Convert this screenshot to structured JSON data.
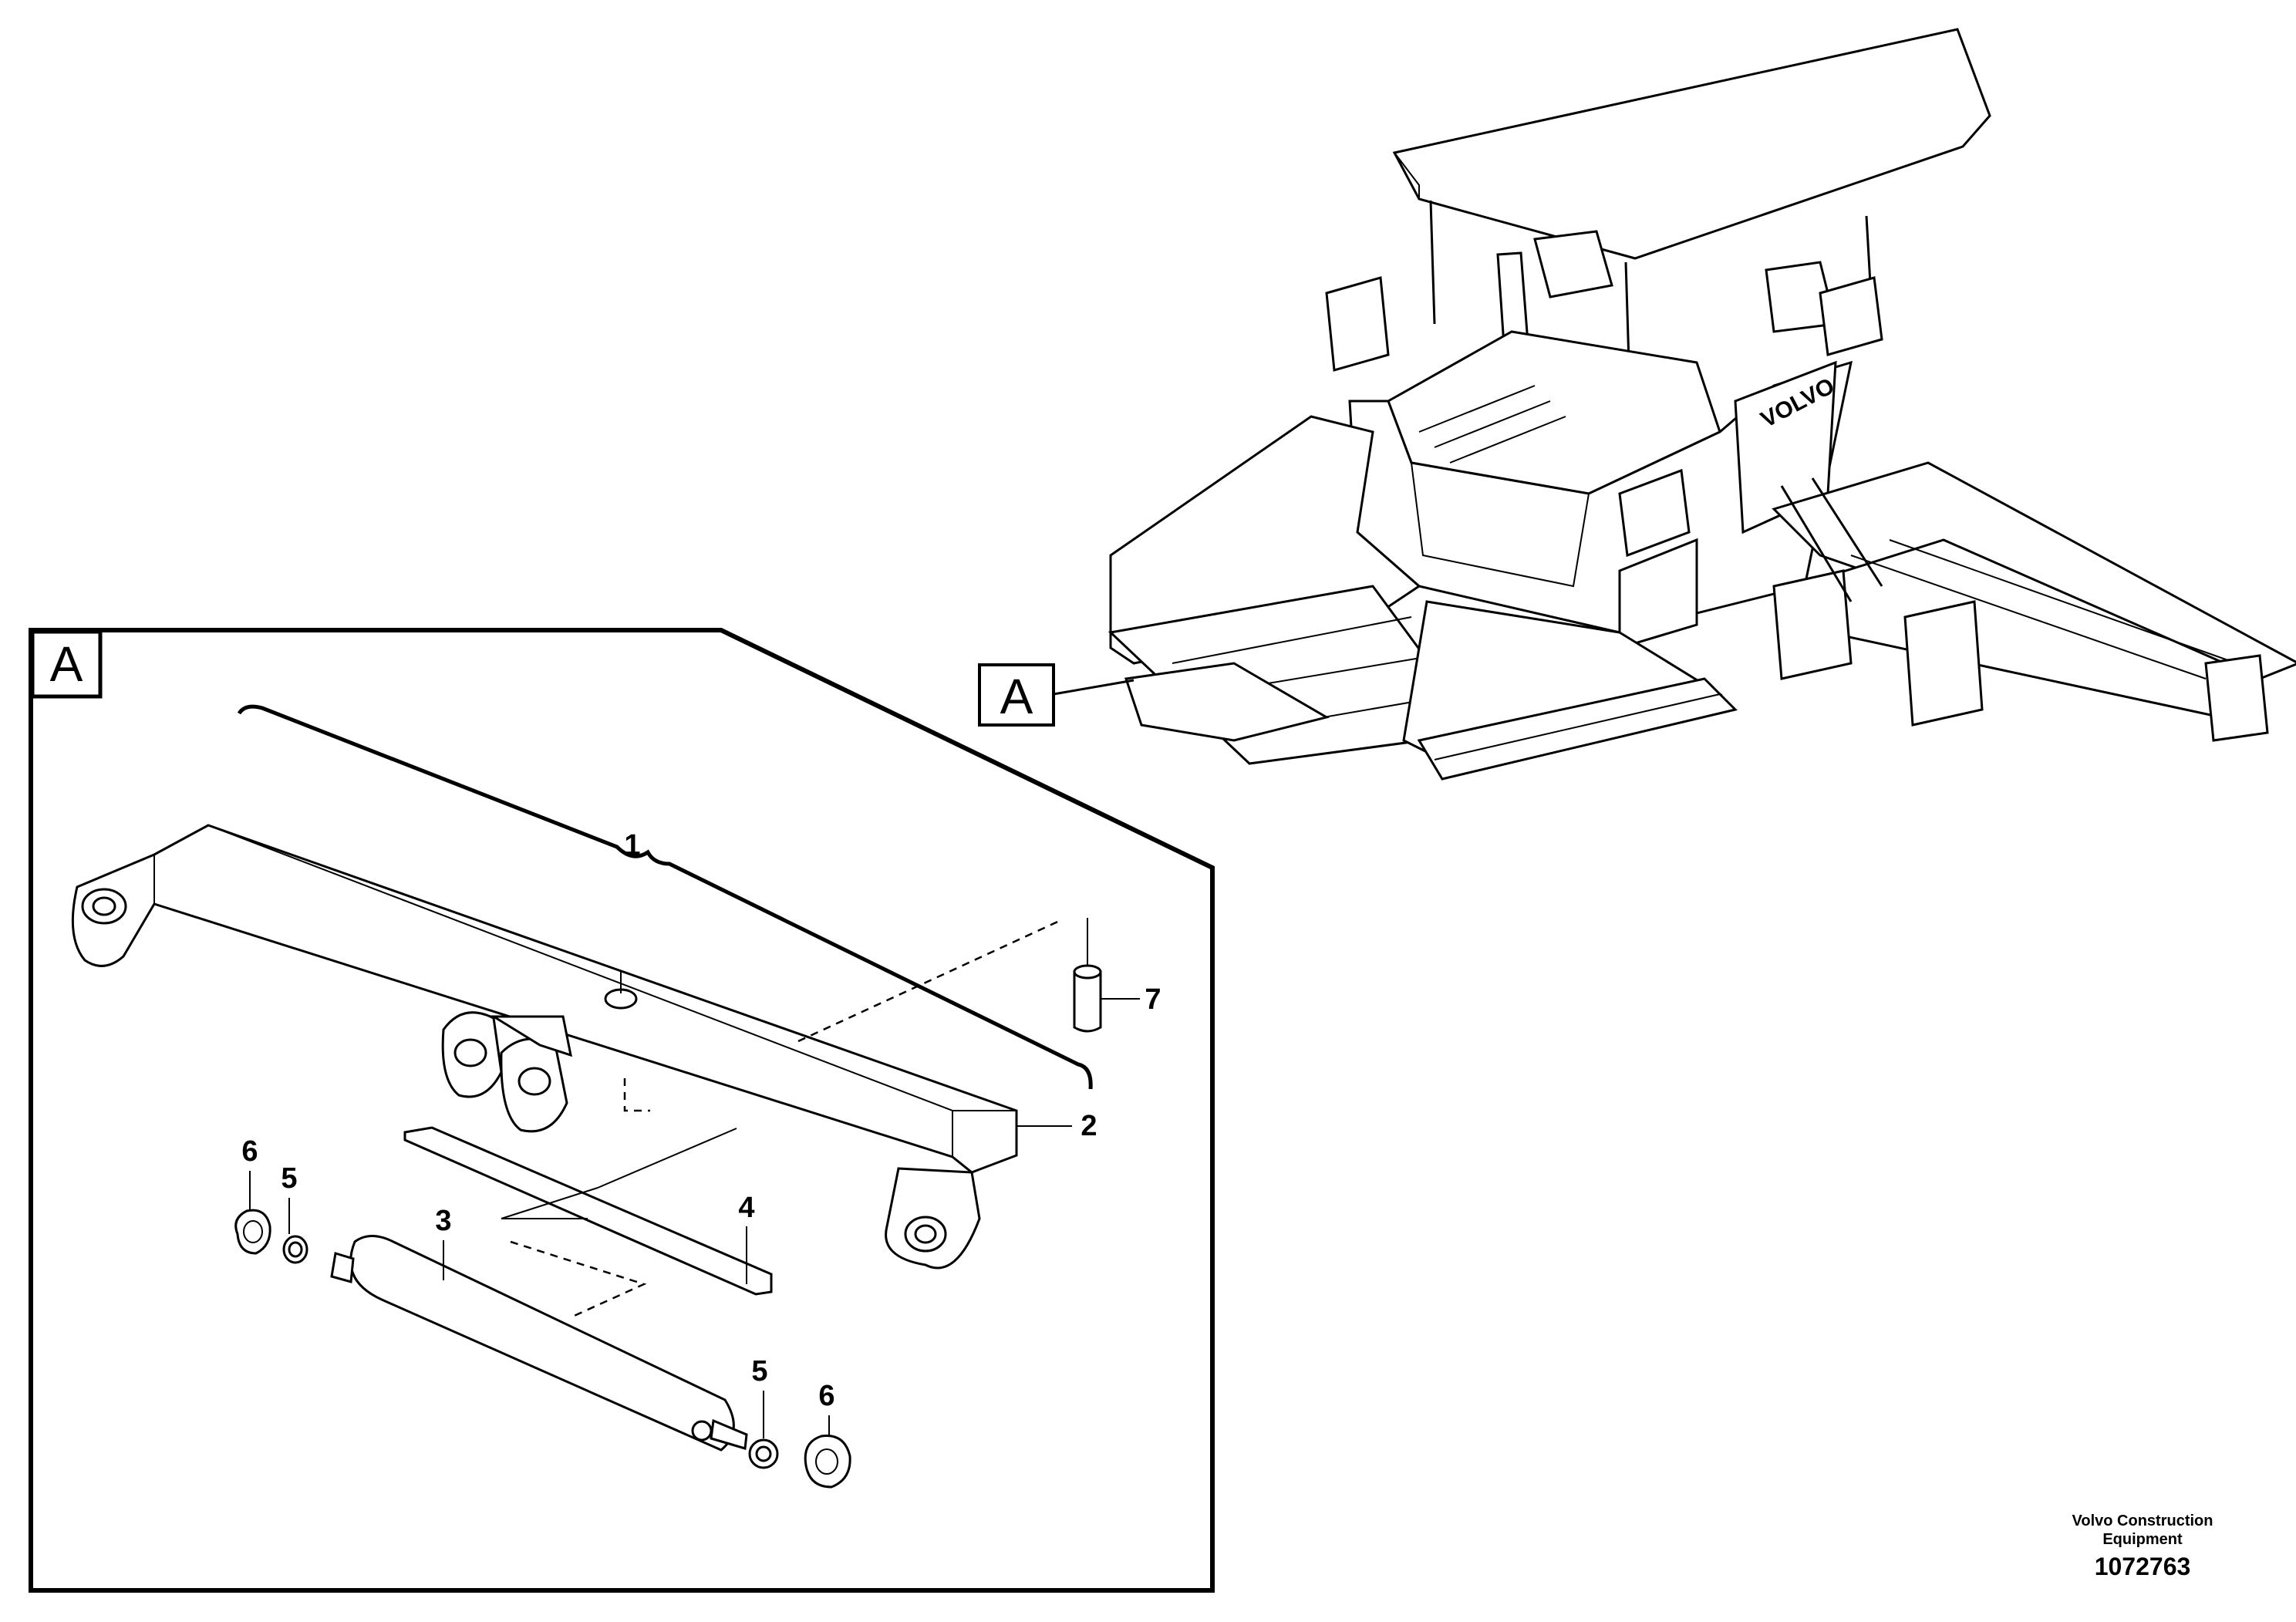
{
  "detail_marker": {
    "letter": "A"
  },
  "callouts": {
    "c1": "1",
    "c2": "2",
    "c3": "3",
    "c4": "4",
    "c5_top": "5",
    "c5_bottom": "5",
    "c6_top": "6",
    "c6_bottom": "6",
    "c7": "7"
  },
  "credit": {
    "company_line1": "Volvo Construction",
    "company_line2": "Equipment",
    "doc_number": "1072763"
  }
}
